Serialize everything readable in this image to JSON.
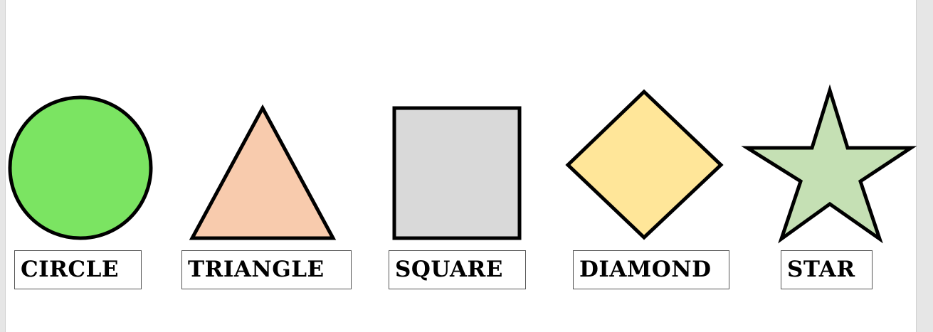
{
  "shapes": [
    {
      "name": "circle",
      "label": "CIRCLE",
      "fill": "#7be462"
    },
    {
      "name": "triangle",
      "label": "TRIANGLE",
      "fill": "#f8cbad"
    },
    {
      "name": "square",
      "label": "SQUARE",
      "fill": "#d9d9d9"
    },
    {
      "name": "diamond",
      "label": "DIAMOND",
      "fill": "#ffe699"
    },
    {
      "name": "star",
      "label": "STAR",
      "fill": "#c5e0b4"
    }
  ],
  "outline_color": "#000000"
}
